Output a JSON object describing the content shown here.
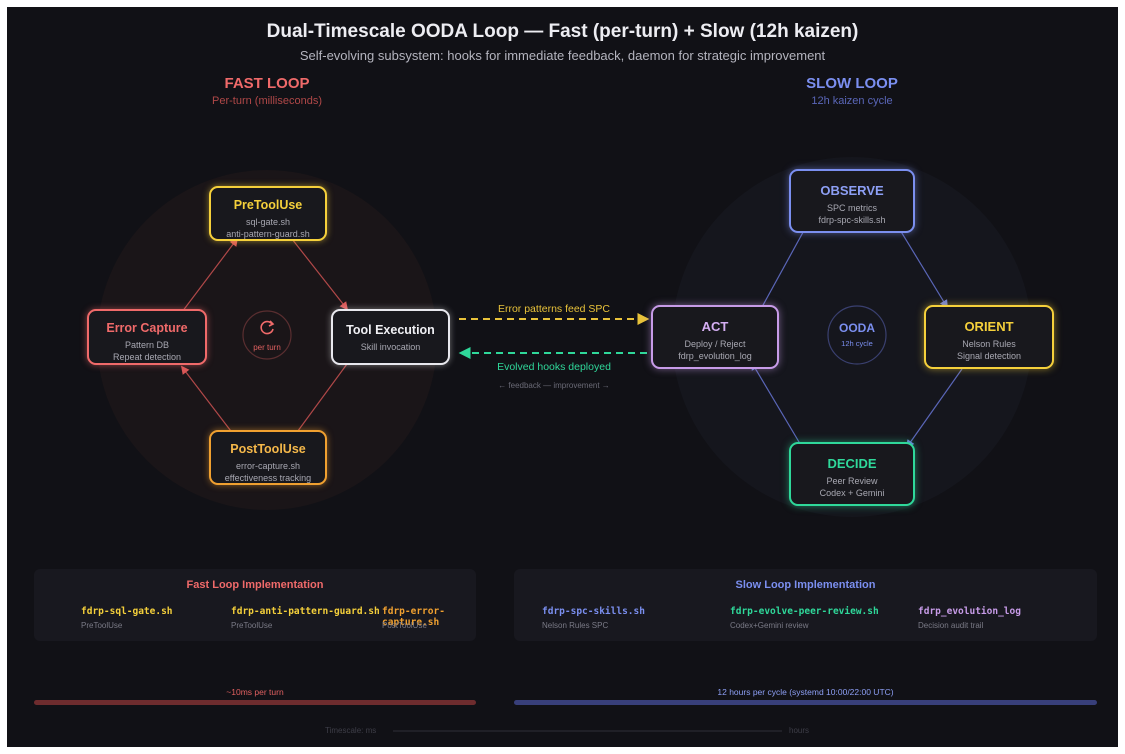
{
  "header": {
    "title": "Dual-Timescale OODA Loop — Fast (per-turn) + Slow (12h kaizen)",
    "subtitle": "Self-evolving subsystem: hooks for immediate feedback, daemon for strategic improvement"
  },
  "fast_loop": {
    "title": "FAST LOOP",
    "subtitle": "Per-turn (milliseconds)",
    "center_label": "per turn",
    "center_icon": "refresh-icon",
    "color": "#f06a6a",
    "nodes": {
      "pre_tool_use": {
        "title": "PreToolUse",
        "lines": [
          "sql-gate.sh",
          "anti-pattern-guard.sh"
        ],
        "color": "#f5d03b"
      },
      "tool_execution": {
        "title": "Tool Execution",
        "lines": [
          "Skill invocation"
        ],
        "color": "#e8e8ee"
      },
      "post_tool_use": {
        "title": "PostToolUse",
        "lines": [
          "error-capture.sh",
          "effectiveness tracking"
        ],
        "color": "#f0a030"
      },
      "error_capture": {
        "title": "Error Capture",
        "lines": [
          "Pattern DB",
          "Repeat detection"
        ],
        "color": "#f06a6a"
      }
    }
  },
  "slow_loop": {
    "title": "SLOW LOOP",
    "subtitle": "12h kaizen cycle",
    "center_title": "OODA",
    "center_sub": "12h cycle",
    "color": "#7b8ff0",
    "nodes": {
      "observe": {
        "title": "OBSERVE",
        "lines": [
          "SPC metrics",
          "fdrp-spc-skills.sh"
        ],
        "color": "#7b8ff0"
      },
      "orient": {
        "title": "ORIENT",
        "lines": [
          "Nelson Rules",
          "Signal detection"
        ],
        "color": "#f5d03b"
      },
      "decide": {
        "title": "DECIDE",
        "lines": [
          "Peer Review",
          "Codex + Gemini"
        ],
        "color": "#2fd89a"
      },
      "act": {
        "title": "ACT",
        "lines": [
          "Deploy / Reject",
          "fdrp_evolution_log"
        ],
        "color": "#c79be8"
      }
    }
  },
  "bridge": {
    "forward_label": "Error patterns feed SPC",
    "back_label": "Evolved hooks deployed",
    "caption": "← feedback — improvement →",
    "forward_color": "#e8c23a",
    "back_color": "#2fd89a"
  },
  "fast_impl": {
    "title": "Fast Loop Implementation",
    "items": [
      {
        "file": "fdrp-sql-gate.sh",
        "role": "PreToolUse",
        "color": "#f5d03b"
      },
      {
        "file": "fdrp-anti-pattern-guard.sh",
        "role": "PreToolUse",
        "color": "#f5d03b"
      },
      {
        "file": "fdrp-error-capture.sh",
        "role": "PostToolUse",
        "color": "#f0a030"
      }
    ]
  },
  "slow_impl": {
    "title": "Slow Loop Implementation",
    "items": [
      {
        "file": "fdrp-spc-skills.sh",
        "role": "Nelson Rules SPC",
        "color": "#7b8ff0"
      },
      {
        "file": "fdrp-evolve-peer-review.sh",
        "role": "Codex+Gemini review",
        "color": "#2fd89a"
      },
      {
        "file": "fdrp_evolution_log",
        "role": "Decision audit trail",
        "color": "#c79be8"
      }
    ]
  },
  "timescale": {
    "fast_label": "~10ms per turn",
    "slow_label": "12 hours per cycle (systemd 10:00/22:00 UTC)",
    "axis_left": "Timescale: ms",
    "axis_right": "hours"
  }
}
